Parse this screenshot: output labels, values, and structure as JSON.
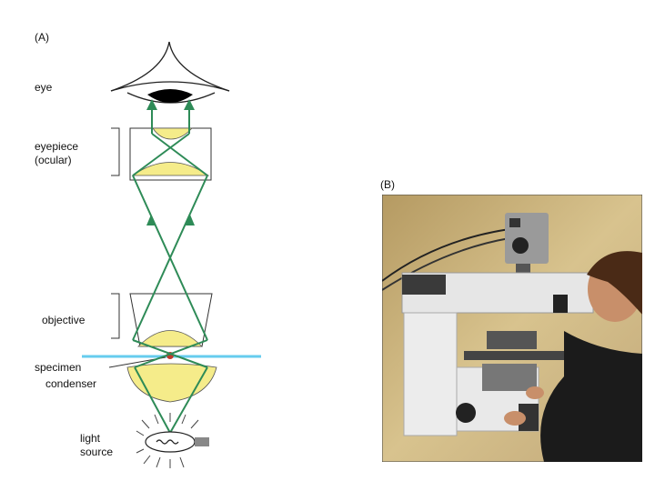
{
  "panel_a": {
    "label": "(A)",
    "labels": {
      "eye": "eye",
      "eyepiece_line1": "eyepiece",
      "eyepiece_line2": "(ocular)",
      "objective": "objective",
      "specimen": "specimen",
      "condenser": "condenser",
      "light_source_line1": "light",
      "light_source_line2": "source"
    }
  },
  "panel_b": {
    "label": "(B)"
  },
  "colors": {
    "light_path": "#2e8b57",
    "lens_fill": "#f5ec8a",
    "stage": "#66ccee",
    "specimen": "#c0392b",
    "photo_background": "#c9b07a"
  }
}
